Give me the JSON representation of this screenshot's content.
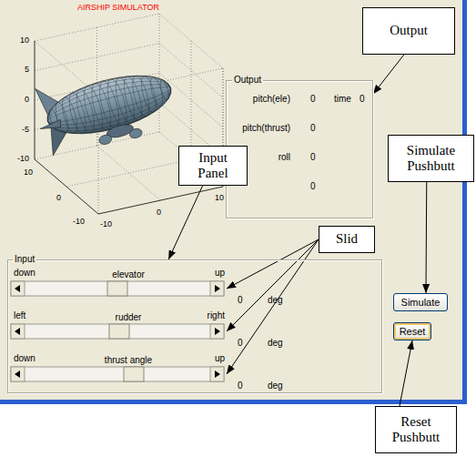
{
  "diagram": {
    "title": "AIRSHIP SIMULATOR",
    "nodes": [
      {
        "text": [
          "Output"
        ]
      },
      {
        "text": [
          "Output",
          "pitch(ele)",
          "0",
          "time",
          "0",
          "pitch(thrust)",
          "0",
          "roll",
          "0",
          "0"
        ]
      },
      {
        "text": [
          "Simulate Pushbutt"
        ]
      },
      {
        "text": [
          "Input Panel"
        ]
      },
      {
        "text": [
          "Slid"
        ]
      },
      {
        "text": [
          "Input",
          "down",
          "elevator",
          "up",
          "0",
          "deg",
          "left",
          "rudder",
          "right",
          "0",
          "deg",
          "down",
          "thrust angle",
          "up",
          "0",
          "deg"
        ]
      },
      {
        "text": [
          "Simulate"
        ]
      },
      {
        "text": [
          "Reset"
        ]
      },
      {
        "text": [
          "Reset Pushbutt"
        ]
      }
    ],
    "edges": [
      {
        "from": 0,
        "to": 1,
        "arrow": "to"
      },
      {
        "from": 2,
        "to": 6,
        "arrow": "to"
      },
      {
        "from": 3,
        "to": 5,
        "arrow": "to"
      },
      {
        "from": 8,
        "to": 7,
        "arrow": "to"
      }
    ],
    "labels": [
      "10",
      "5",
      "0",
      "-5",
      "-10",
      "10",
      "0",
      "-10",
      "-10",
      "0",
      "10"
    ]
  }
}
